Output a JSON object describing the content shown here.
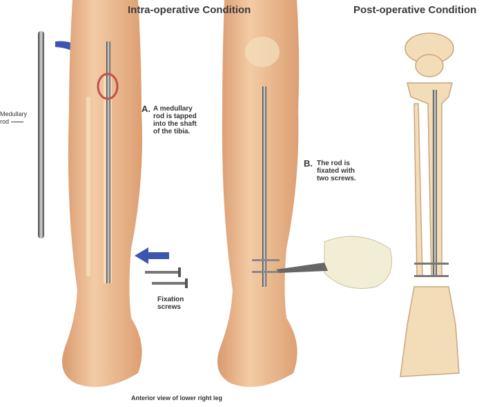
{
  "titles": {
    "intra": "Intra-operative Condition",
    "post": "Post-operative Condition"
  },
  "labels": {
    "rod_line1": "Medullary",
    "rod_line2": "rod",
    "step_a_letter": "A.",
    "step_a_text": [
      "A medullary",
      "rod is tapped",
      "into the shaft",
      "of the tibia."
    ],
    "step_b_letter": "B.",
    "step_b_text": [
      "The rod is",
      "fixated with",
      "two screws."
    ],
    "screws_line1": "Fixation",
    "screws_line2": "screws",
    "caption": "Anterior view of lower right leg"
  },
  "colors": {
    "skin": "#f0c29a",
    "skin_shadow": "#d99a6e",
    "bone": "#f3dcb8",
    "rod": "#555555",
    "arrow": "#3a56b0"
  }
}
